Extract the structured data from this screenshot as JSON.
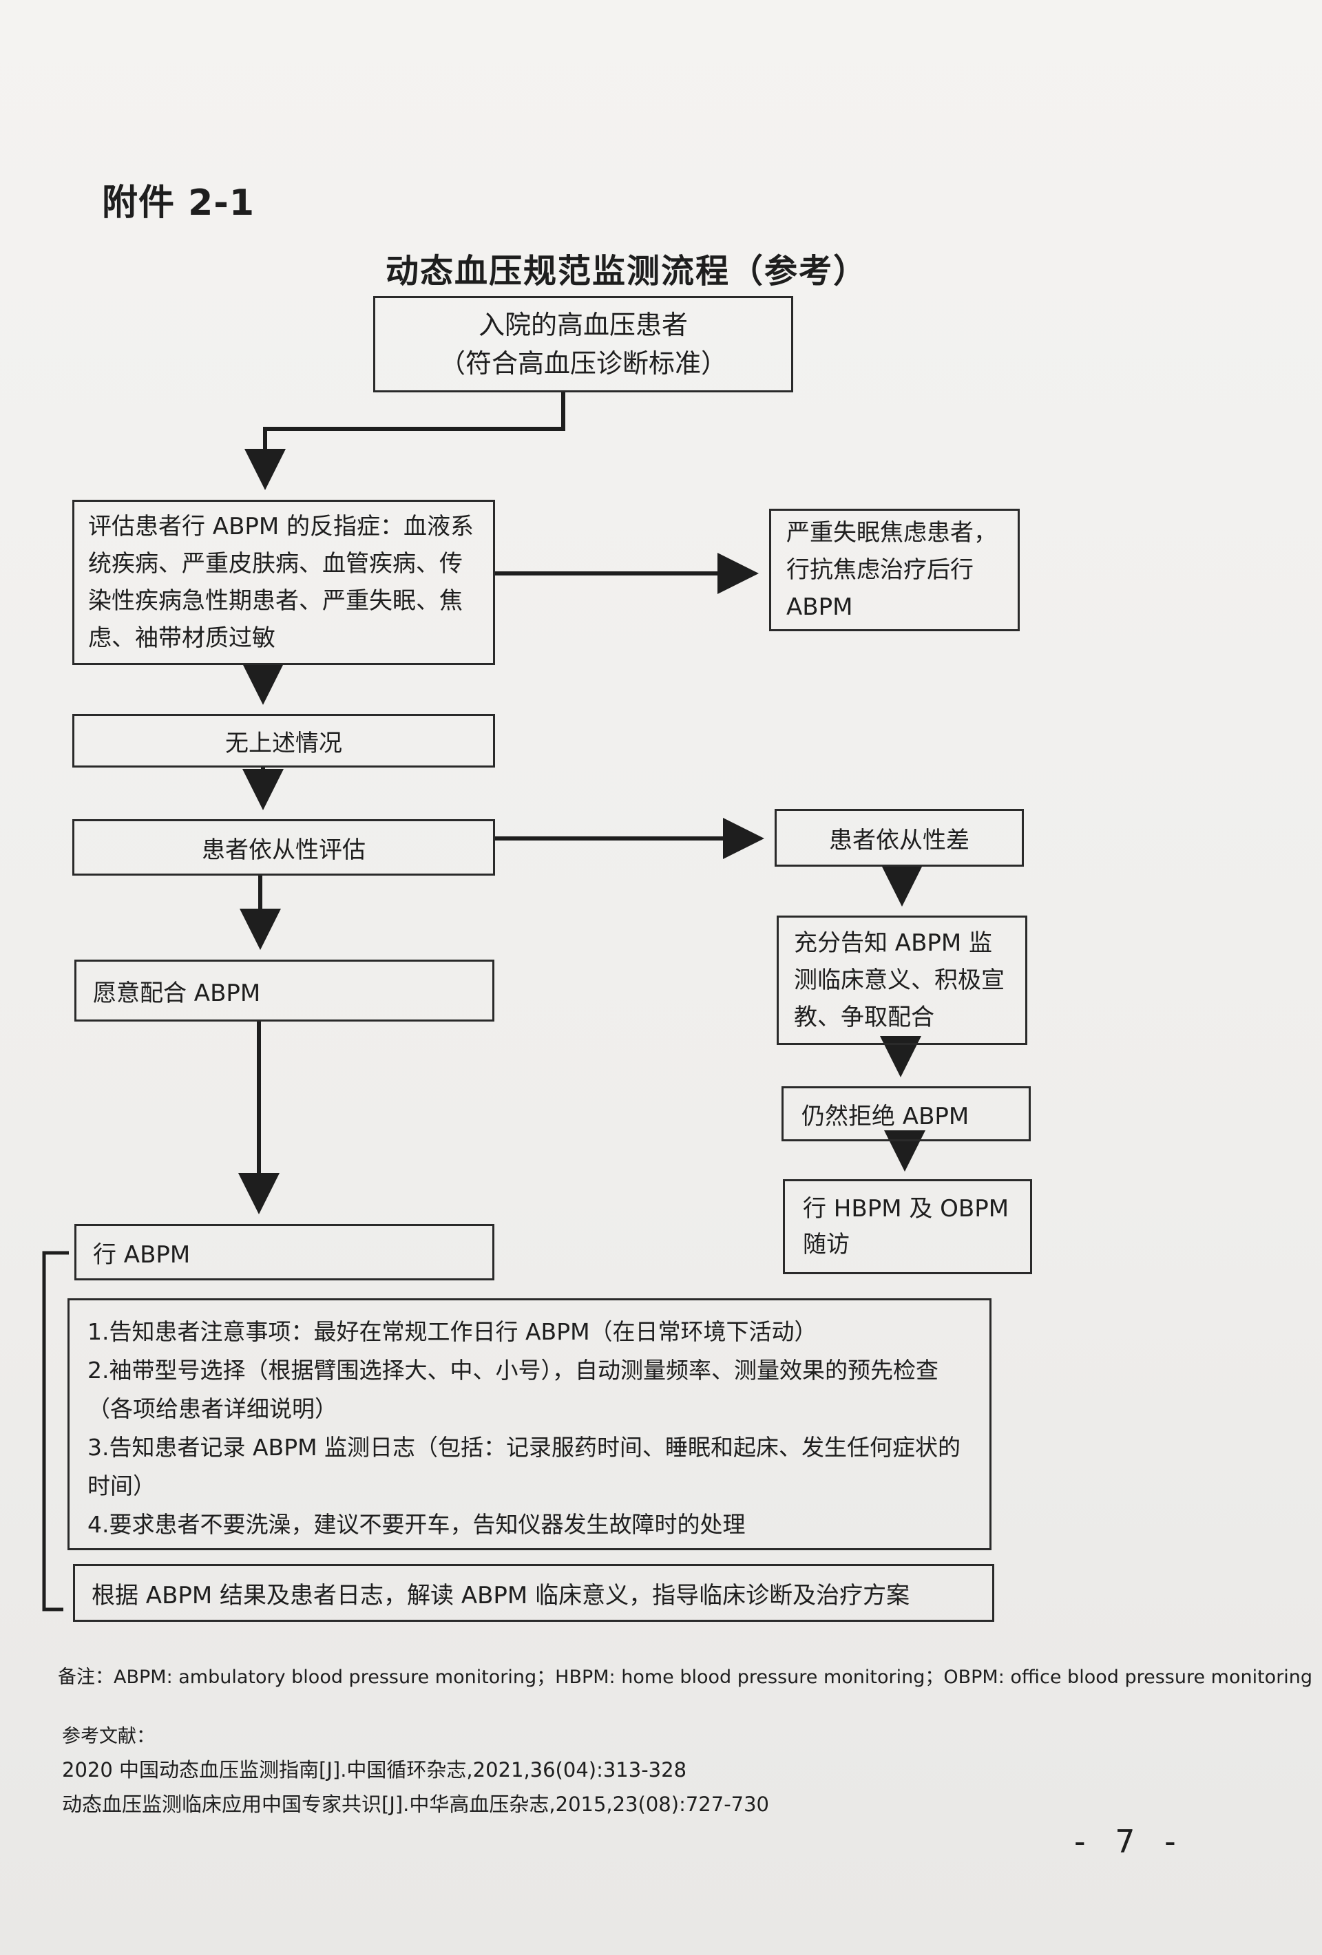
{
  "annex_label": "附件 2-1",
  "title": "动态血压规范监测流程（参考）",
  "nodes": {
    "start": "入院的高血压患者\n（符合高血压诊断标准）",
    "contraindications": "评估患者行 ABPM 的反指症：血液系统疾病、严重皮肤病、血管疾病、传染性疾病急性期患者、严重失眠、焦虑、袖带材质过敏",
    "insomnia": "严重失眠焦虑患者，行抗焦虑治疗后行 ABPM",
    "none_above": "无上述情况",
    "compliance_eval": "患者依从性评估",
    "poor_compliance": "患者依从性差",
    "inform": "充分告知 ABPM 监测临床意义、积极宣教、争取配合",
    "willing": "愿意配合 ABPM",
    "still_refuse": "仍然拒绝 ABPM",
    "hbpm_obpm": "行 HBPM 及 OBPM 随访",
    "do_abpm": "行 ABPM",
    "instructions": [
      "1.告知患者注意事项：最好在常规工作日行 ABPM（在日常环境下活动）",
      "2.袖带型号选择（根据臂围选择大、中、小号），自动测量频率、测量效果的预先检查（各项给患者详细说明）",
      "3.告知患者记录 ABPM 监测日志（包括：记录服药时间、睡眠和起床、发生任何症状的时间）",
      "4.要求患者不要洗澡，建议不要开车，告知仪器发生故障时的处理"
    ],
    "result": "根据 ABPM 结果及患者日志，解读 ABPM 临床意义，指导临床诊断及治疗方案"
  },
  "footnote": "备注：ABPM: ambulatory blood pressure monitoring；HBPM: home blood pressure monitoring；OBPM: office blood pressure monitoring",
  "references_title": "参考文献：",
  "references": [
    "2020 中国动态血压监测指南[J].中国循环杂志,2021,36(04):313-328",
    "动态血压监测临床应用中国专家共识[J].中华高血压杂志,2015,23(08):727-730"
  ],
  "page_number": "- 7 -"
}
